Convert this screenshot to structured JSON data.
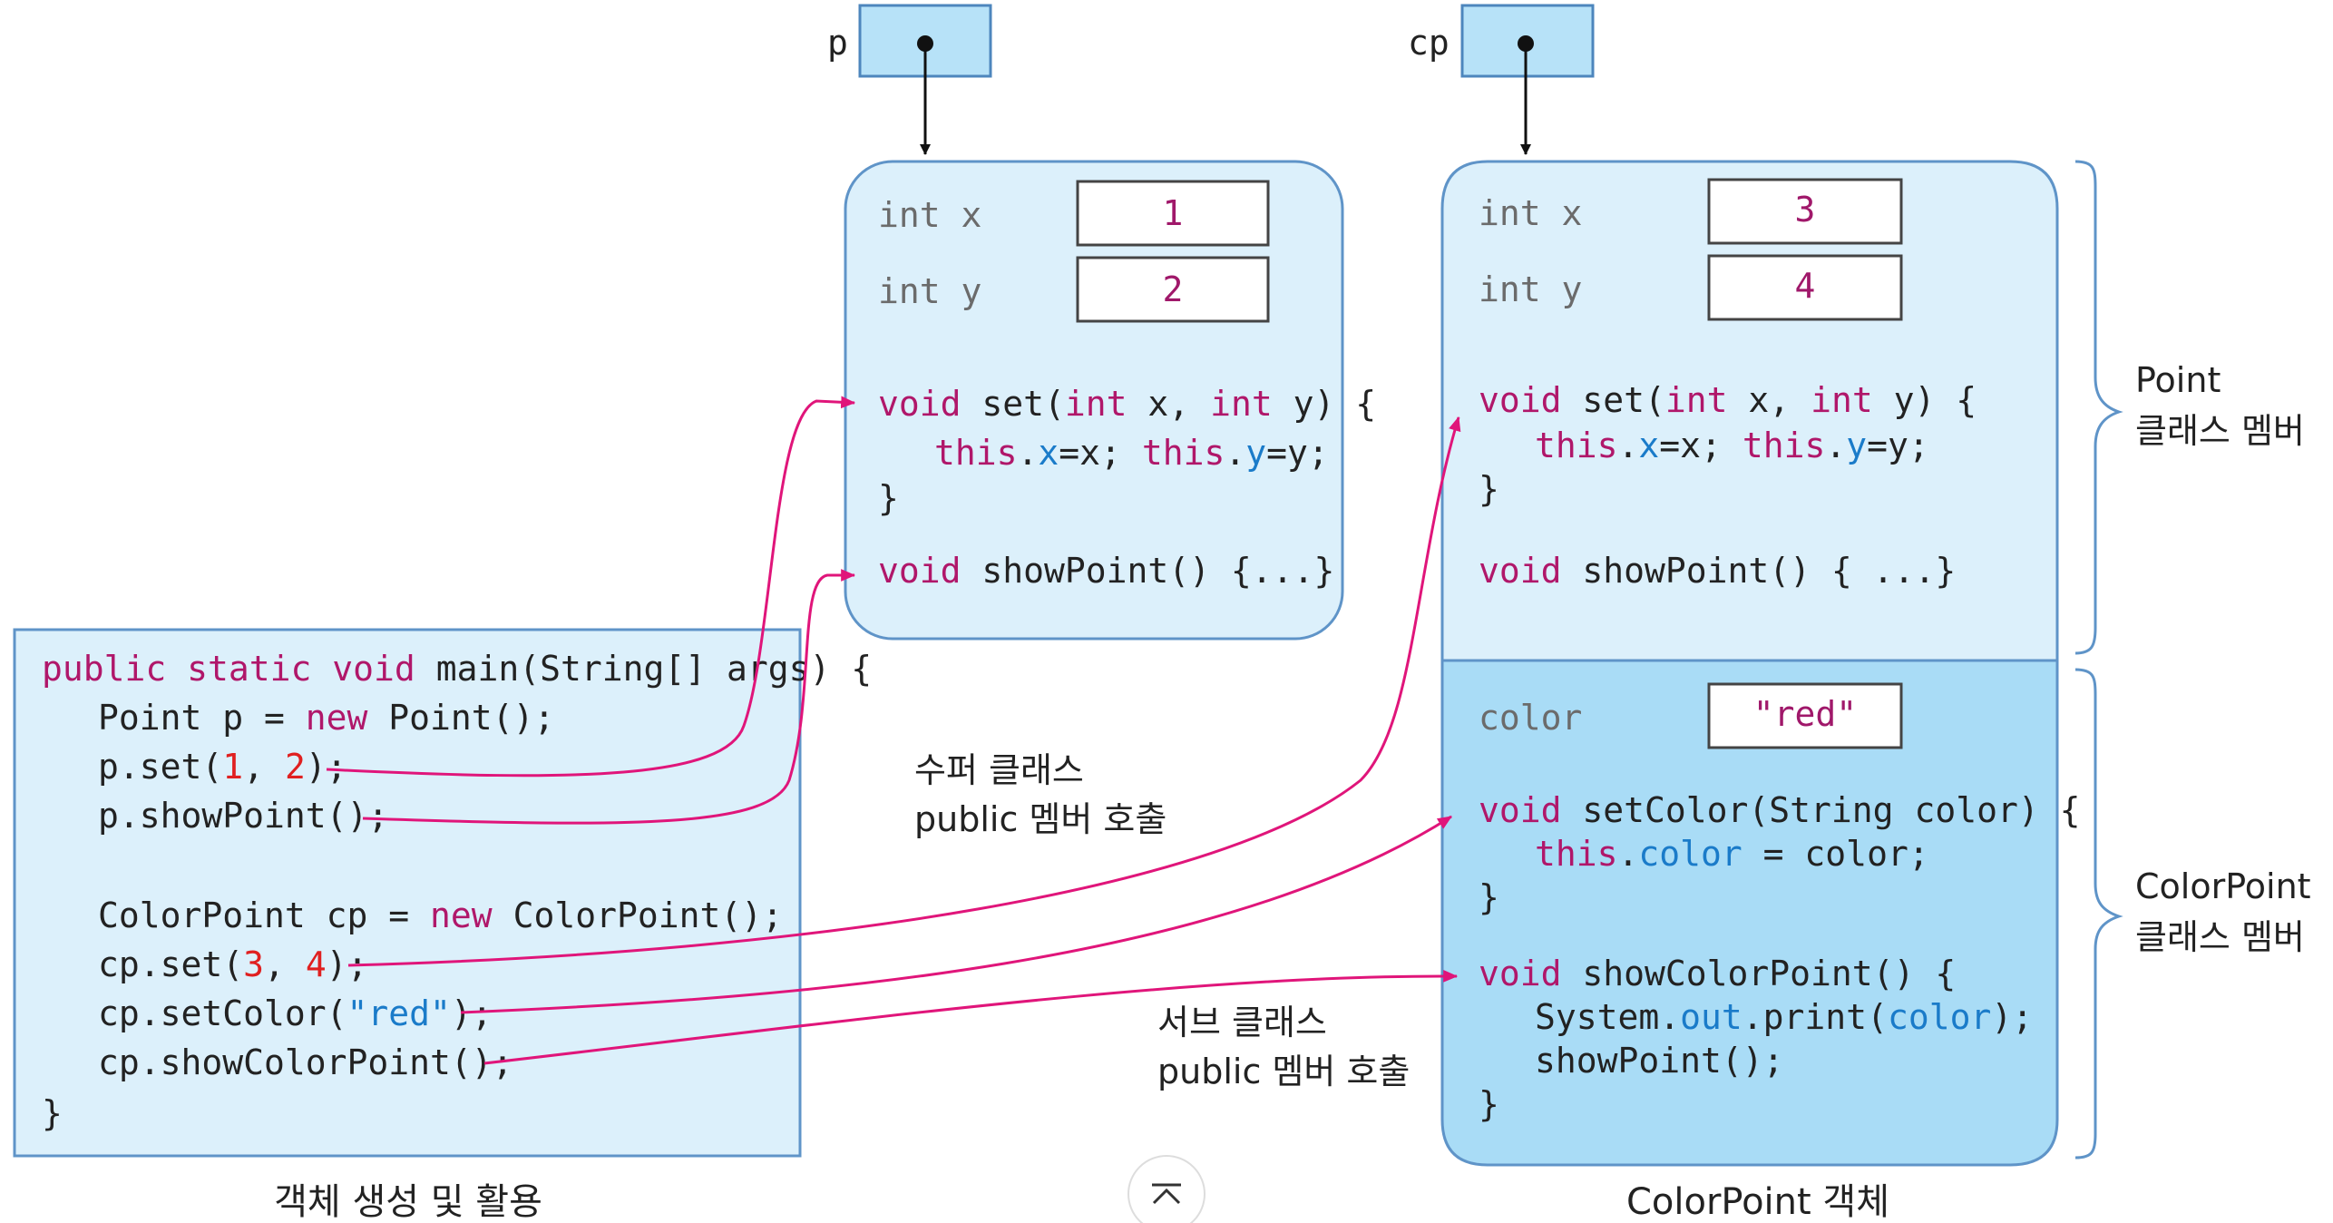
{
  "references": {
    "p_label": "p",
    "cp_label": "cp"
  },
  "point_object": {
    "x_label": "int x",
    "x_value": "1",
    "y_label": "int y",
    "y_value": "2",
    "set_line1": [
      "void",
      " set(",
      "int",
      " x, ",
      "int",
      " y) {"
    ],
    "set_line2": [
      "this",
      ".",
      "x",
      "=x; ",
      "this",
      ".",
      "y",
      "=y;"
    ],
    "set_line3": "}",
    "show_line": [
      "void",
      " showPoint() {...}"
    ]
  },
  "colorpoint_object": {
    "x_label": "int x",
    "x_value": "3",
    "y_label": "int y",
    "y_value": "4",
    "set_line1": [
      "void",
      " set(",
      "int",
      " x, ",
      "int",
      " y) {"
    ],
    "set_line2": [
      "this",
      ".",
      "x",
      "=x; ",
      "this",
      ".",
      "y",
      "=y;"
    ],
    "set_line3": "}",
    "show_line": [
      "void",
      " showPoint() { ...}"
    ],
    "color_label": "color",
    "color_value": "\"red\"",
    "setcolor_line1": [
      "void",
      " setColor(String color) {"
    ],
    "setcolor_line2": [
      "this",
      ".",
      "color",
      " = color;"
    ],
    "setcolor_line3": "}",
    "showcp_line1": [
      "void",
      " showColorPoint() {"
    ],
    "showcp_line2": [
      "System.",
      "out",
      ".print(",
      "color",
      ");"
    ],
    "showcp_line3": "showPoint();",
    "showcp_line4": "}",
    "caption": "ColorPoint 객체"
  },
  "main_code": {
    "line1": [
      "public static void",
      " main(String[] args) {"
    ],
    "line2": [
      "Point p = ",
      "new",
      " Point();"
    ],
    "line3": [
      "p.set(",
      "1",
      ", ",
      "2",
      ");"
    ],
    "line4": "p.showPoint();",
    "line5": [
      "ColorPoint cp = ",
      "new",
      " ColorPoint();"
    ],
    "line6": [
      "cp.set(",
      "3",
      ", ",
      "4",
      ");"
    ],
    "line7": [
      "cp.setColor(",
      "\"red\"",
      ");"
    ],
    "line8": "cp.showColorPoint();",
    "line9": "}",
    "caption": "객체 생성 및 활용"
  },
  "annotations": {
    "super_line1": "수퍼 클래스",
    "super_line2": "public 멤버 호출",
    "sub_line1": "서브 클래스",
    "sub_line2": "public 멤버 호출",
    "point_members_line1": "Point",
    "point_members_line2": "클래스 멤버",
    "colorpoint_members_line1": "ColorPoint",
    "colorpoint_members_line2": "클래스 멤버"
  },
  "scroll_top_icon": "chevron-up-icon",
  "colors": {
    "box_light": "#dcf0fb",
    "box_mid": "#a9dcf6",
    "border": "#5f94c8",
    "keyword": "#b0176a",
    "literal": "#e02020",
    "field": "#1a7bc9",
    "arrow": "#e0157a"
  }
}
